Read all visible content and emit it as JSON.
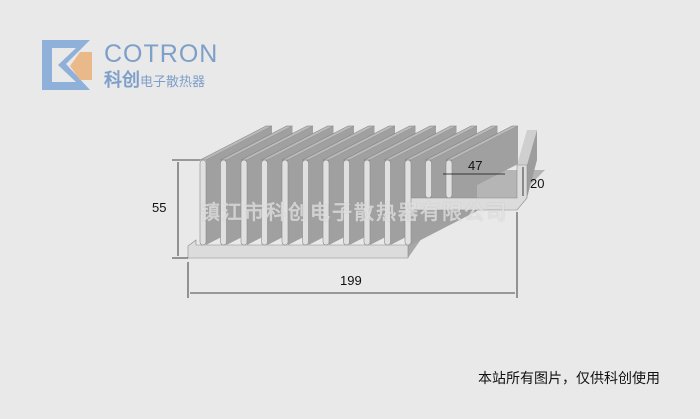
{
  "logo": {
    "brand": "COTRON",
    "cn_main": "科创",
    "cn_sub": "电子散热器"
  },
  "watermark": "镇江市科创电子散热器有限公司",
  "dimensions": {
    "height": "55",
    "width": "199",
    "slot": "47",
    "lip": "20"
  },
  "footer": "本站所有图片，仅供科创使用",
  "colors": {
    "background": "#e9e9e9",
    "logo_blue": "#7d9fc9",
    "logo_orange": "#eab98a"
  },
  "heatsink": {
    "tall_fins": 11,
    "short_fins": 2
  }
}
